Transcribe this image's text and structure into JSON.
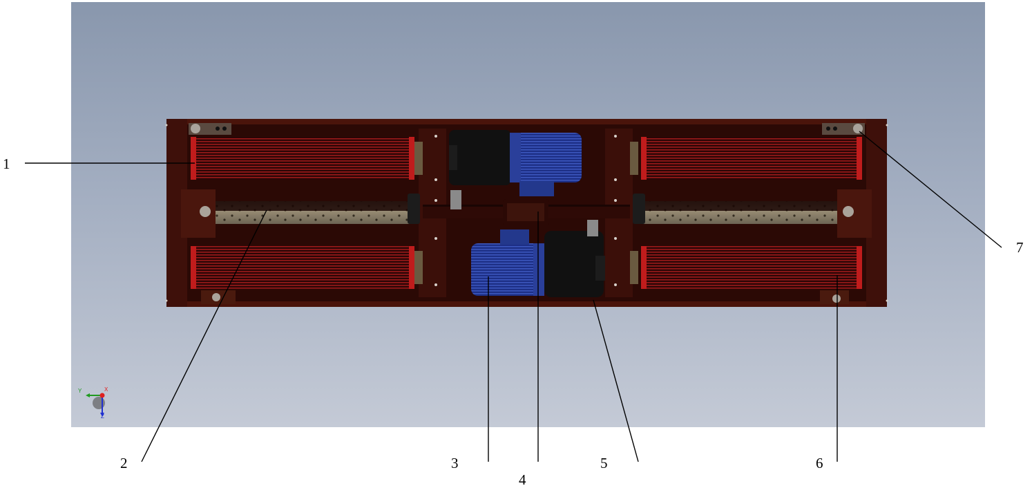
{
  "viewport": {
    "background_top": "#8997ad",
    "background_bottom": "#c4cad6",
    "triad": {
      "y_label": "Y",
      "x_label": "X",
      "z_label": "Z"
    }
  },
  "colors": {
    "frame": "#3a0f08",
    "roller_red": "#8a1414",
    "motor_blue": "#2a3f9a",
    "gearbox_black": "#111111",
    "tube": "#9a8e76"
  },
  "callouts": [
    {
      "id": "1",
      "label": "1"
    },
    {
      "id": "2",
      "label": "2"
    },
    {
      "id": "3",
      "label": "3"
    },
    {
      "id": "4",
      "label": "4"
    },
    {
      "id": "5",
      "label": "5"
    },
    {
      "id": "6",
      "label": "6"
    },
    {
      "id": "7",
      "label": "7"
    }
  ]
}
